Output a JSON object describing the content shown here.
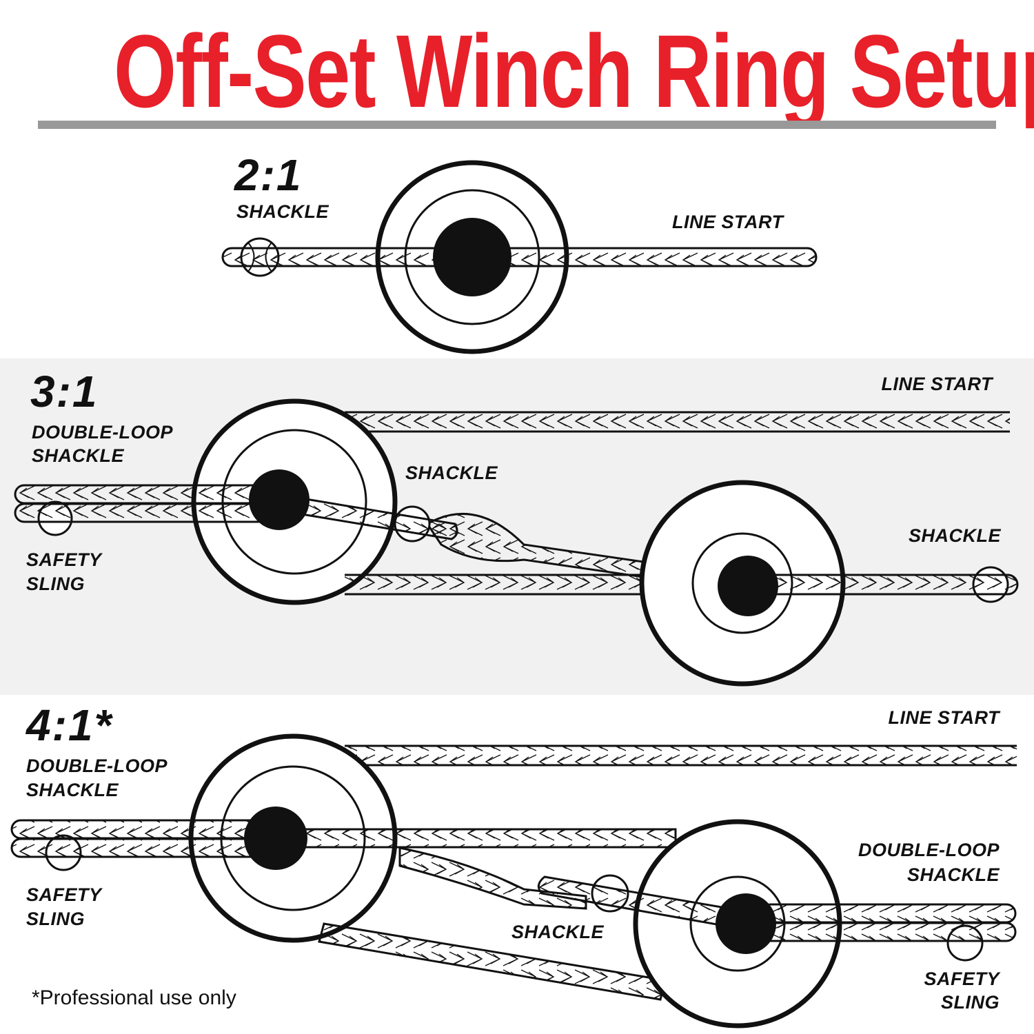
{
  "title": "Off-Set Winch Ring Setup",
  "colors": {
    "title_red": "#e8202a",
    "rule_gray": "#999999",
    "band_gray": "#f1f1f1",
    "ink": "#111111"
  },
  "setups": [
    {
      "ratio": "2:1",
      "labels": {
        "left": "SHACKLE",
        "line_start": "LINE START"
      }
    },
    {
      "ratio": "3:1",
      "labels": {
        "double_loop": [
          "DOUBLE-LOOP",
          "SHACKLE"
        ],
        "line_start": "LINE START",
        "shackle_mid": "SHACKLE",
        "shackle_right": "SHACKLE",
        "safety_sling": [
          "SAFETY",
          "SLING"
        ]
      }
    },
    {
      "ratio": "4:1*",
      "labels": {
        "double_loop_left": [
          "DOUBLE-LOOP",
          "SHACKLE"
        ],
        "line_start": "LINE START",
        "double_loop_right": [
          "DOUBLE-LOOP",
          "SHACKLE"
        ],
        "shackle_mid": "SHACKLE",
        "safety_sling_left": [
          "SAFETY",
          "SLING"
        ],
        "safety_sling_right": [
          "SAFETY",
          "SLING"
        ]
      }
    }
  ],
  "footnote": "*Professional use only"
}
